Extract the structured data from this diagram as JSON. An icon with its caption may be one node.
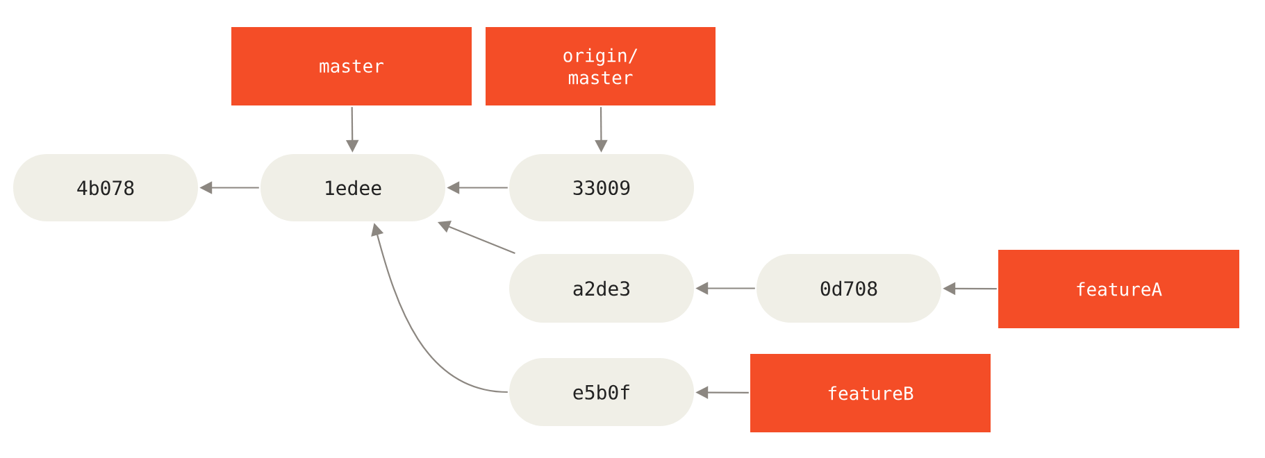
{
  "diagram": {
    "nodes": [
      {
        "text": [
          "master"
        ]
      },
      {
        "text": [
          "origin/ master"
        ]
      },
      {
        "text": [
          "4b078"
        ]
      },
      {
        "text": [
          "1edee"
        ]
      },
      {
        "text": [
          "33009"
        ]
      },
      {
        "text": [
          "a2de3"
        ]
      },
      {
        "text": [
          "0d708"
        ]
      },
      {
        "text": [
          "featureA"
        ]
      },
      {
        "text": [
          "e5b0f"
        ]
      },
      {
        "text": [
          "featureB"
        ]
      }
    ],
    "edges": [
      {
        "from": 0,
        "to": 3,
        "arrow": "to"
      },
      {
        "from": 1,
        "to": 4,
        "arrow": "to"
      },
      {
        "from": 3,
        "to": 2,
        "arrow": "to"
      },
      {
        "from": 4,
        "to": 3,
        "arrow": "to"
      },
      {
        "from": 5,
        "to": 3,
        "arrow": "to"
      },
      {
        "from": 6,
        "to": 5,
        "arrow": "to"
      },
      {
        "from": 7,
        "to": 6,
        "arrow": "to"
      },
      {
        "from": 8,
        "to": 3,
        "arrow": "to"
      },
      {
        "from": 9,
        "to": 8,
        "arrow": "to"
      }
    ]
  }
}
